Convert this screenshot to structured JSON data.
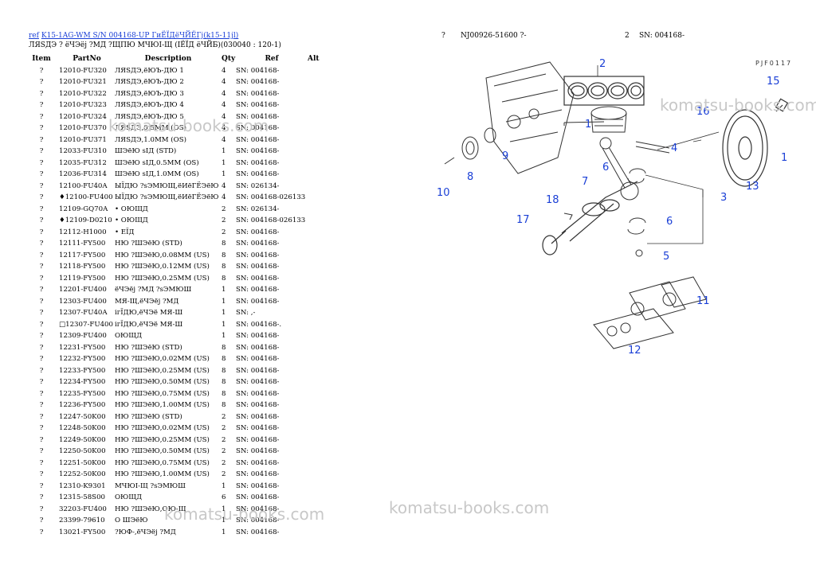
{
  "header": {
    "ref_link": "ref",
    "model_link": "K15-1AG-WM S/N 004168-UP ГиЁЇДёЧЙЁГј(k15-11jl)",
    "subtitle": "ЛЯSДЭ ? ёЧЭёј ?МД ?ЩПЮ МЧЮІ-Щ (ІЁЇД ёЧЙБ)(030040 : 120-1)"
  },
  "right_header": {
    "item": "?",
    "partno": "NJ00926-51600 ?-",
    "qty": "2",
    "ref": "SN: 004168-"
  },
  "columns": [
    "Item",
    "PartNo",
    "Description",
    "Qty",
    "Ref",
    "Alt"
  ],
  "rows": [
    {
      "item": "?",
      "part": "12010-FU320",
      "desc": "ЛЯSДЭ,ёЮЪ-ДЮ 1",
      "qty": "4",
      "ref": "SN: 004168-"
    },
    {
      "item": "?",
      "part": "12010-FU321",
      "desc": "ЛЯSДЭ,ёЮЪ-ДЮ 2",
      "qty": "4",
      "ref": "SN: 004168-"
    },
    {
      "item": "?",
      "part": "12010-FU322",
      "desc": "ЛЯSДЭ,ёЮЪ-ДЮ 3",
      "qty": "4",
      "ref": "SN: 004168-"
    },
    {
      "item": "?",
      "part": "12010-FU323",
      "desc": "ЛЯSДЭ,ёЮЪ-ДЮ 4",
      "qty": "4",
      "ref": "SN: 004168-"
    },
    {
      "item": "?",
      "part": "12010-FU324",
      "desc": "ЛЯSДЭ,ёЮЪ-ДЮ 5",
      "qty": "4",
      "ref": "SN: 004168-"
    },
    {
      "item": "?",
      "part": "12010-FU370",
      "desc": "ЛЯSДЭ,0.5MM (OS)",
      "qty": "4",
      "ref": "SN: 004168-"
    },
    {
      "item": "?",
      "part": "12010-FU371",
      "desc": "ЛЯSДЭ,1.0MM (OS)",
      "qty": "4",
      "ref": "SN: 004168-"
    },
    {
      "item": "?",
      "part": "12033-FU310",
      "desc": "ШЭёЮ sІД (STD)",
      "qty": "1",
      "ref": "SN: 004168-"
    },
    {
      "item": "?",
      "part": "12035-FU312",
      "desc": "ШЭёЮ sІД,0.5MM (OS)",
      "qty": "1",
      "ref": "SN: 004168-"
    },
    {
      "item": "?",
      "part": "12036-FU314",
      "desc": "ШЭёЮ sІД,1.0MM (OS)",
      "qty": "1",
      "ref": "SN: 004168-"
    },
    {
      "item": "?",
      "part": "12100-FU40A",
      "desc": "ЫЇДЮ ?sЭМЮЩ,ёИёГЁЭёЮ",
      "qty": "4",
      "ref": "SN: 026134-"
    },
    {
      "item": "?",
      "part": "♦12100-FU400",
      "desc": "ЫЇДЮ ?sЭМЮЩ,ёИёГЁЭёЮ",
      "qty": "4",
      "ref": "SN: 004168-026133"
    },
    {
      "item": "?",
      "part": "12109-GQ70A",
      "desc": "• ОЮЩД",
      "qty": "2",
      "ref": "SN: 026134-"
    },
    {
      "item": "?",
      "part": "♦12109-D0210",
      "desc": "• ОЮЩД",
      "qty": "2",
      "ref": "SN: 004168-026133"
    },
    {
      "item": "?",
      "part": "12112-H1000",
      "desc": "• ЕЇД",
      "qty": "2",
      "ref": "SN: 004168-"
    },
    {
      "item": "?",
      "part": "12111-FY500",
      "desc": "НЮ ?ШЭёЮ (STD)",
      "qty": "8",
      "ref": "SN: 004168-"
    },
    {
      "item": "?",
      "part": "12117-FY500",
      "desc": "НЮ ?ШЭёЮ,0.08MM (US)",
      "qty": "8",
      "ref": "SN: 004168-"
    },
    {
      "item": "?",
      "part": "12118-FY500",
      "desc": "НЮ ?ШЭёЮ,0.12MM (US)",
      "qty": "8",
      "ref": "SN: 004168-"
    },
    {
      "item": "?",
      "part": "12119-FY500",
      "desc": "НЮ ?ШЭёЮ,0.25MM (US)",
      "qty": "8",
      "ref": "SN: 004168-"
    },
    {
      "item": "?",
      "part": "12201-FU400",
      "desc": "ёЧЭёј ?МД ?sЭМЮШ",
      "qty": "1",
      "ref": "SN: 004168-"
    },
    {
      "item": "?",
      "part": "12303-FU400",
      "desc": "МЯ-Щ,ёЧЭёј ?МД",
      "qty": "1",
      "ref": "SN: 004168-"
    },
    {
      "item": "?",
      "part": "12307-FU40A",
      "desc": "ігЇДЮ,ёЧЭё МЯ-Ш",
      "qty": "1",
      "ref": "SN: ,-"
    },
    {
      "item": "?",
      "part": "□12307-FU400",
      "desc": "ігЇДЮ,ёЧЭё МЯ-Ш",
      "qty": "1",
      "ref": "SN: 004168-."
    },
    {
      "item": "?",
      "part": "12309-FU400",
      "desc": "ОЮЩД",
      "qty": "1",
      "ref": "SN: 004168-"
    },
    {
      "item": "?",
      "part": "12231-FY500",
      "desc": "НЮ ?ШЭёЮ (STD)",
      "qty": "8",
      "ref": "SN: 004168-"
    },
    {
      "item": "?",
      "part": "12232-FY500",
      "desc": "НЮ ?ШЭёЮ,0.02MM (US)",
      "qty": "8",
      "ref": "SN: 004168-"
    },
    {
      "item": "?",
      "part": "12233-FY500",
      "desc": "НЮ ?ШЭёЮ,0.25MM (US)",
      "qty": "8",
      "ref": "SN: 004168-"
    },
    {
      "item": "?",
      "part": "12234-FY500",
      "desc": "НЮ ?ШЭёЮ,0.50MM (US)",
      "qty": "8",
      "ref": "SN: 004168-"
    },
    {
      "item": "?",
      "part": "12235-FY500",
      "desc": "НЮ ?ШЭёЮ,0.75MM (US)",
      "qty": "8",
      "ref": "SN: 004168-"
    },
    {
      "item": "?",
      "part": "12236-FY500",
      "desc": "НЮ ?ШЭёЮ,1.00MM (US)",
      "qty": "8",
      "ref": "SN: 004168-"
    },
    {
      "item": "?",
      "part": "12247-50K00",
      "desc": "НЮ ?ШЭёЮ (STD)",
      "qty": "2",
      "ref": "SN: 004168-"
    },
    {
      "item": "?",
      "part": "12248-50K00",
      "desc": "НЮ ?ШЭёЮ,0.02MM (US)",
      "qty": "2",
      "ref": "SN: 004168-"
    },
    {
      "item": "?",
      "part": "12249-50K00",
      "desc": "НЮ ?ШЭёЮ,0.25MM (US)",
      "qty": "2",
      "ref": "SN: 004168-"
    },
    {
      "item": "?",
      "part": "12250-50K00",
      "desc": "НЮ ?ШЭёЮ,0.50MM (US)",
      "qty": "2",
      "ref": "SN: 004168-"
    },
    {
      "item": "?",
      "part": "12251-50K00",
      "desc": "НЮ ?ШЭёЮ,0.75MM (US)",
      "qty": "2",
      "ref": "SN: 004168-"
    },
    {
      "item": "?",
      "part": "12252-50K00",
      "desc": "НЮ ?ШЭёЮ,1.00MM (US)",
      "qty": "2",
      "ref": "SN: 004168-"
    },
    {
      "item": "?",
      "part": "12310-K9301",
      "desc": "МЧЮІ-Щ ?sЭМЮШ",
      "qty": "1",
      "ref": "SN: 004168-"
    },
    {
      "item": "?",
      "part": "12315-58S00",
      "desc": "ОЮЩД",
      "qty": "6",
      "ref": "SN: 004168-"
    },
    {
      "item": "?",
      "part": "32203-FU400",
      "desc": "НЮ ?ШЭёЮ,ОЮ-Щ",
      "qty": "1",
      "ref": "SN: 004168-"
    },
    {
      "item": "?",
      "part": "23399-79610",
      "desc": "О ШЭёЮ",
      "qty": "1",
      "ref": "SN: 004168-"
    },
    {
      "item": "?",
      "part": "13021-FY500",
      "desc": "?ЮФ-,ёЧЭёј ?МД",
      "qty": "1",
      "ref": "SN: 004168-"
    }
  ],
  "diagram": {
    "code": "PJF0117",
    "callouts": [
      "2",
      "15",
      "16",
      "1",
      "4",
      "9",
      "8",
      "10",
      "6",
      "7",
      "3",
      "13",
      "1",
      "18",
      "17",
      "6",
      "5",
      "11",
      "12"
    ]
  },
  "watermark": "komatsu-books.com",
  "colors": {
    "link": "#1a3fd6",
    "callout": "#1a3fd6",
    "watermark": "#c8c8c8"
  }
}
